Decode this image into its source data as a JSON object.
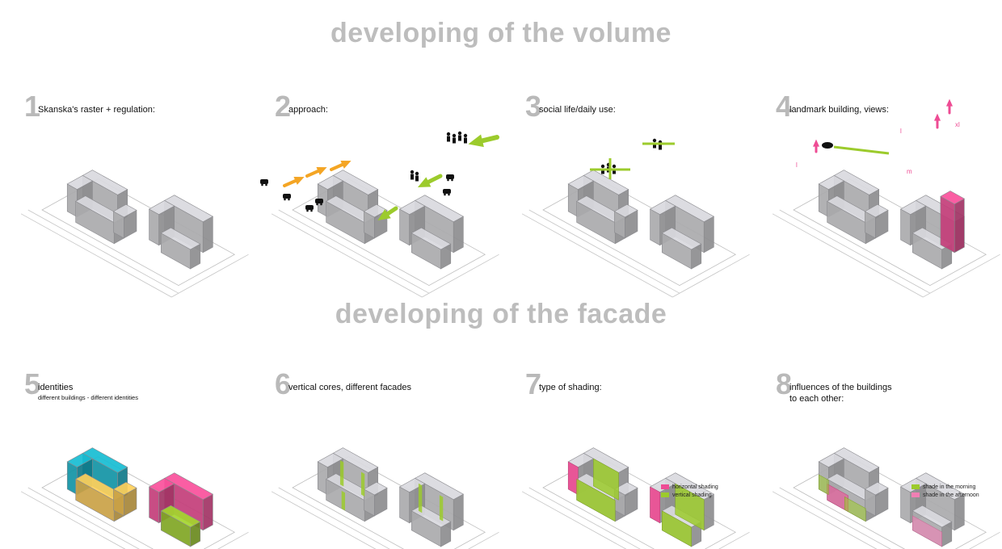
{
  "titles": {
    "volume": "developing of the volume",
    "facade": "developing of the facade"
  },
  "colors": {
    "block": "#cfcfd3",
    "pink": "#ee4c94",
    "green": "#9ccb2c",
    "cyan": "#16b4c9",
    "yellow": "#f6c656",
    "orange": "#f4a524",
    "numeral": "#b9b9b9"
  },
  "panels": [
    {
      "number": "1",
      "caption": "Skanska's raster + regulation:"
    },
    {
      "number": "2",
      "caption": "approach:"
    },
    {
      "number": "3",
      "caption": "social life/daily use:"
    },
    {
      "number": "4",
      "caption": "landmark building, views:",
      "labels": [
        "xl",
        "l",
        "l",
        "m"
      ]
    },
    {
      "number": "5",
      "caption": "identities",
      "subcaption": "different buildings - different identities"
    },
    {
      "number": "6",
      "caption": "vertical cores, different facades"
    },
    {
      "number": "7",
      "caption": "type of shading:",
      "legend": [
        {
          "text": "horizontal shading",
          "color": "#ee4c94"
        },
        {
          "text": "vertical shading",
          "color": "#9ccb2c"
        }
      ]
    },
    {
      "number": "8",
      "caption": "influences of the buildings",
      "caption2": "to each other:",
      "legend": [
        {
          "text": "shade in the morning",
          "color": "#9ccb2c"
        },
        {
          "text": "shade in the afternoon",
          "color": "#f07fb4"
        }
      ]
    }
  ]
}
